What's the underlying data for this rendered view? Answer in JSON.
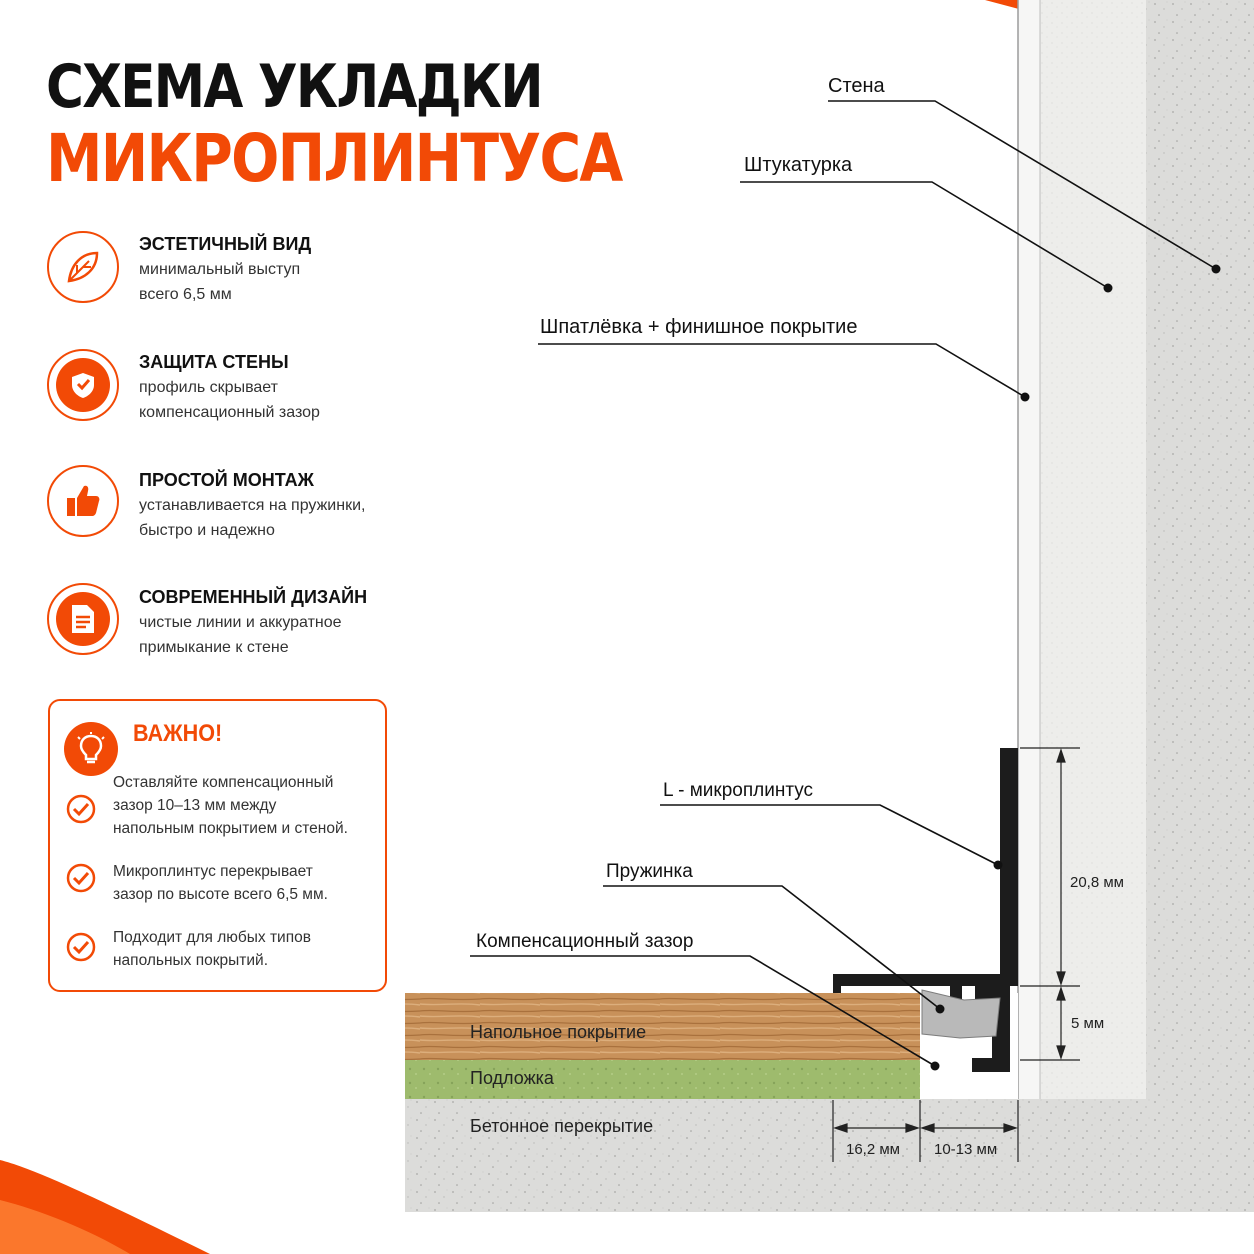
{
  "title": {
    "line1": "СХЕМА УКЛАДКИ",
    "line2": "МИКРОПЛИНТУСА"
  },
  "colors": {
    "accent": "#f24a06",
    "wall": "#e6e6e4",
    "wood": "#c98f56",
    "underlay": "#9dbb6c",
    "concrete": "#d9d9d7",
    "profile": "#1c1c1c"
  },
  "features": [
    {
      "icon": "leaf-icon",
      "title": "ЭСТЕТИЧНЫЙ ВИД",
      "text": "минимальный выступ\nвсего 6,5 мм"
    },
    {
      "icon": "shield-icon",
      "title": "ЗАЩИТА СТЕНЫ",
      "text": "профиль скрывает\nкомпенсационный зазор"
    },
    {
      "icon": "thumbs-up-icon",
      "title": "ПРОСТОЙ МОНТАЖ",
      "text": "устанавливается на пружинки,\nбыстро и надежно"
    },
    {
      "icon": "document-icon",
      "title": "СОВРЕМЕННЫЙ ДИЗАЙН",
      "text": "чистые линии и аккуратное\nпримыкание к стене"
    }
  ],
  "important": {
    "title": "ВАЖНО!",
    "icon": "lightbulb-icon",
    "items": [
      "Оставляйте компенсационный\nзазор 10–13 мм между\nнапольным покрытием и стеной.",
      "Микроплинтус перекрывает\nзазор по высоте всего 6,5 мм.",
      "Подходит для любых типов\nнапольных покрытий."
    ]
  },
  "diagram": {
    "labels": {
      "wall": "Стена",
      "plaster": "Штукатурка",
      "putty": "Шпатлёвка + финишное покрытие",
      "profile": "L - микроплинтус",
      "spring": "Пружинка",
      "gap": "Компенсационный зазор",
      "floor_cover": "Напольное покрытие",
      "underlay": "Подложка",
      "slab": "Бетонное перекрытие"
    },
    "dimensions": {
      "height": "20,8 мм",
      "base": "5 мм",
      "width": "16,2 мм",
      "gap": "10-13 мм"
    }
  }
}
